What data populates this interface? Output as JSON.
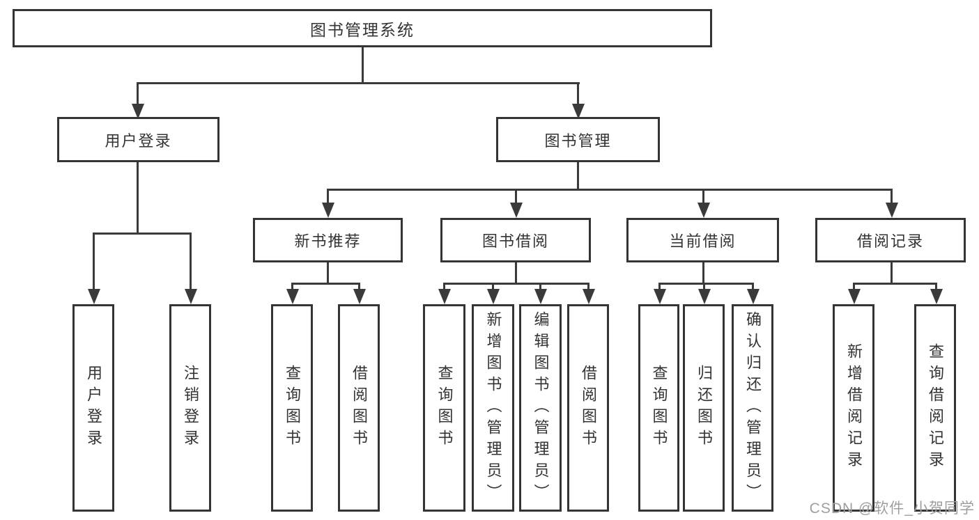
{
  "tree": {
    "label": "图书管理系统",
    "children": [
      {
        "label": "用户登录",
        "children": [
          {
            "label": "用户登录"
          },
          {
            "label": "注销登录"
          }
        ]
      },
      {
        "label": "图书管理",
        "children": [
          {
            "label": "新书推荐",
            "children": [
              {
                "label": "查询图书"
              },
              {
                "label": "借阅图书"
              }
            ]
          },
          {
            "label": "图书借阅",
            "children": [
              {
                "label": "查询图书"
              },
              {
                "label": "新增图书（管理员）"
              },
              {
                "label": "编辑图书（管理员）"
              },
              {
                "label": "借阅图书"
              }
            ]
          },
          {
            "label": "当前借阅",
            "children": [
              {
                "label": "查询图书"
              },
              {
                "label": "归还图书"
              },
              {
                "label": "确认归还（管理员）"
              }
            ]
          },
          {
            "label": "借阅记录",
            "children": [
              {
                "label": "新增借阅记录"
              },
              {
                "label": "查询借阅记录"
              }
            ]
          }
        ]
      }
    ]
  },
  "watermark": {
    "text": "CSDN @软件_小贺同学"
  },
  "colors": {
    "line": "#3a3a3a",
    "border": "#343434",
    "text": "#333333",
    "watermark": "#9e9e9e",
    "background": "#ffffff"
  }
}
